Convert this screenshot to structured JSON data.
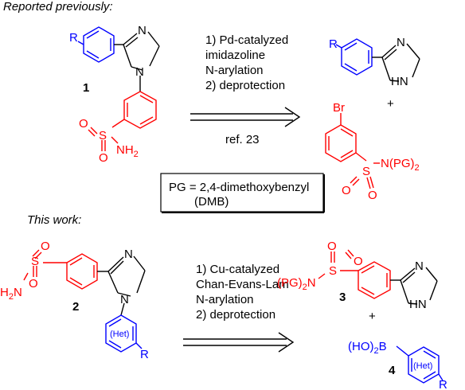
{
  "sections": {
    "previous_heading": "Reported previously:",
    "this_work_heading": "This work:"
  },
  "top": {
    "compound_label": "1",
    "step1": "1) Pd-catalyzed",
    "step2": "imidazoline",
    "step3": "N-arylation",
    "step4": "2) deprotection",
    "ref": "ref. 23",
    "plus": "+",
    "br": "Br",
    "substituent_r": "R",
    "nh2_prefix": "NH",
    "nh2_sub": "2",
    "n_pg": "N(PG)",
    "n_pg_sub": "2"
  },
  "pg_box": {
    "line1": "PG = 2,4-dimethoxybenzyl",
    "line2": "(DMB)"
  },
  "bottom": {
    "compound2_label": "2",
    "compound3_label": "3",
    "compound4_label": "4",
    "step1": "1) Cu-catalyzed",
    "step2": "Chan-Evans-Lam",
    "step3": "N-arylation",
    "step4": "2) deprotection",
    "plus": "+",
    "h2n": "H",
    "h2n_sub": "2",
    "h2n_n": "N",
    "pg_n": "(PG)",
    "pg_n_sub": "2",
    "pg_n_n": "N",
    "het": "(Het)",
    "substituent_r": "R",
    "boron_prefix": "(HO)",
    "boron_sub": "2",
    "boron_b": "B"
  },
  "atoms": {
    "n": "N",
    "hn": "HN",
    "s": "S",
    "o": "O"
  },
  "colors": {
    "black": "#000000",
    "red": "#ff0000",
    "blue": "#0000ff"
  }
}
